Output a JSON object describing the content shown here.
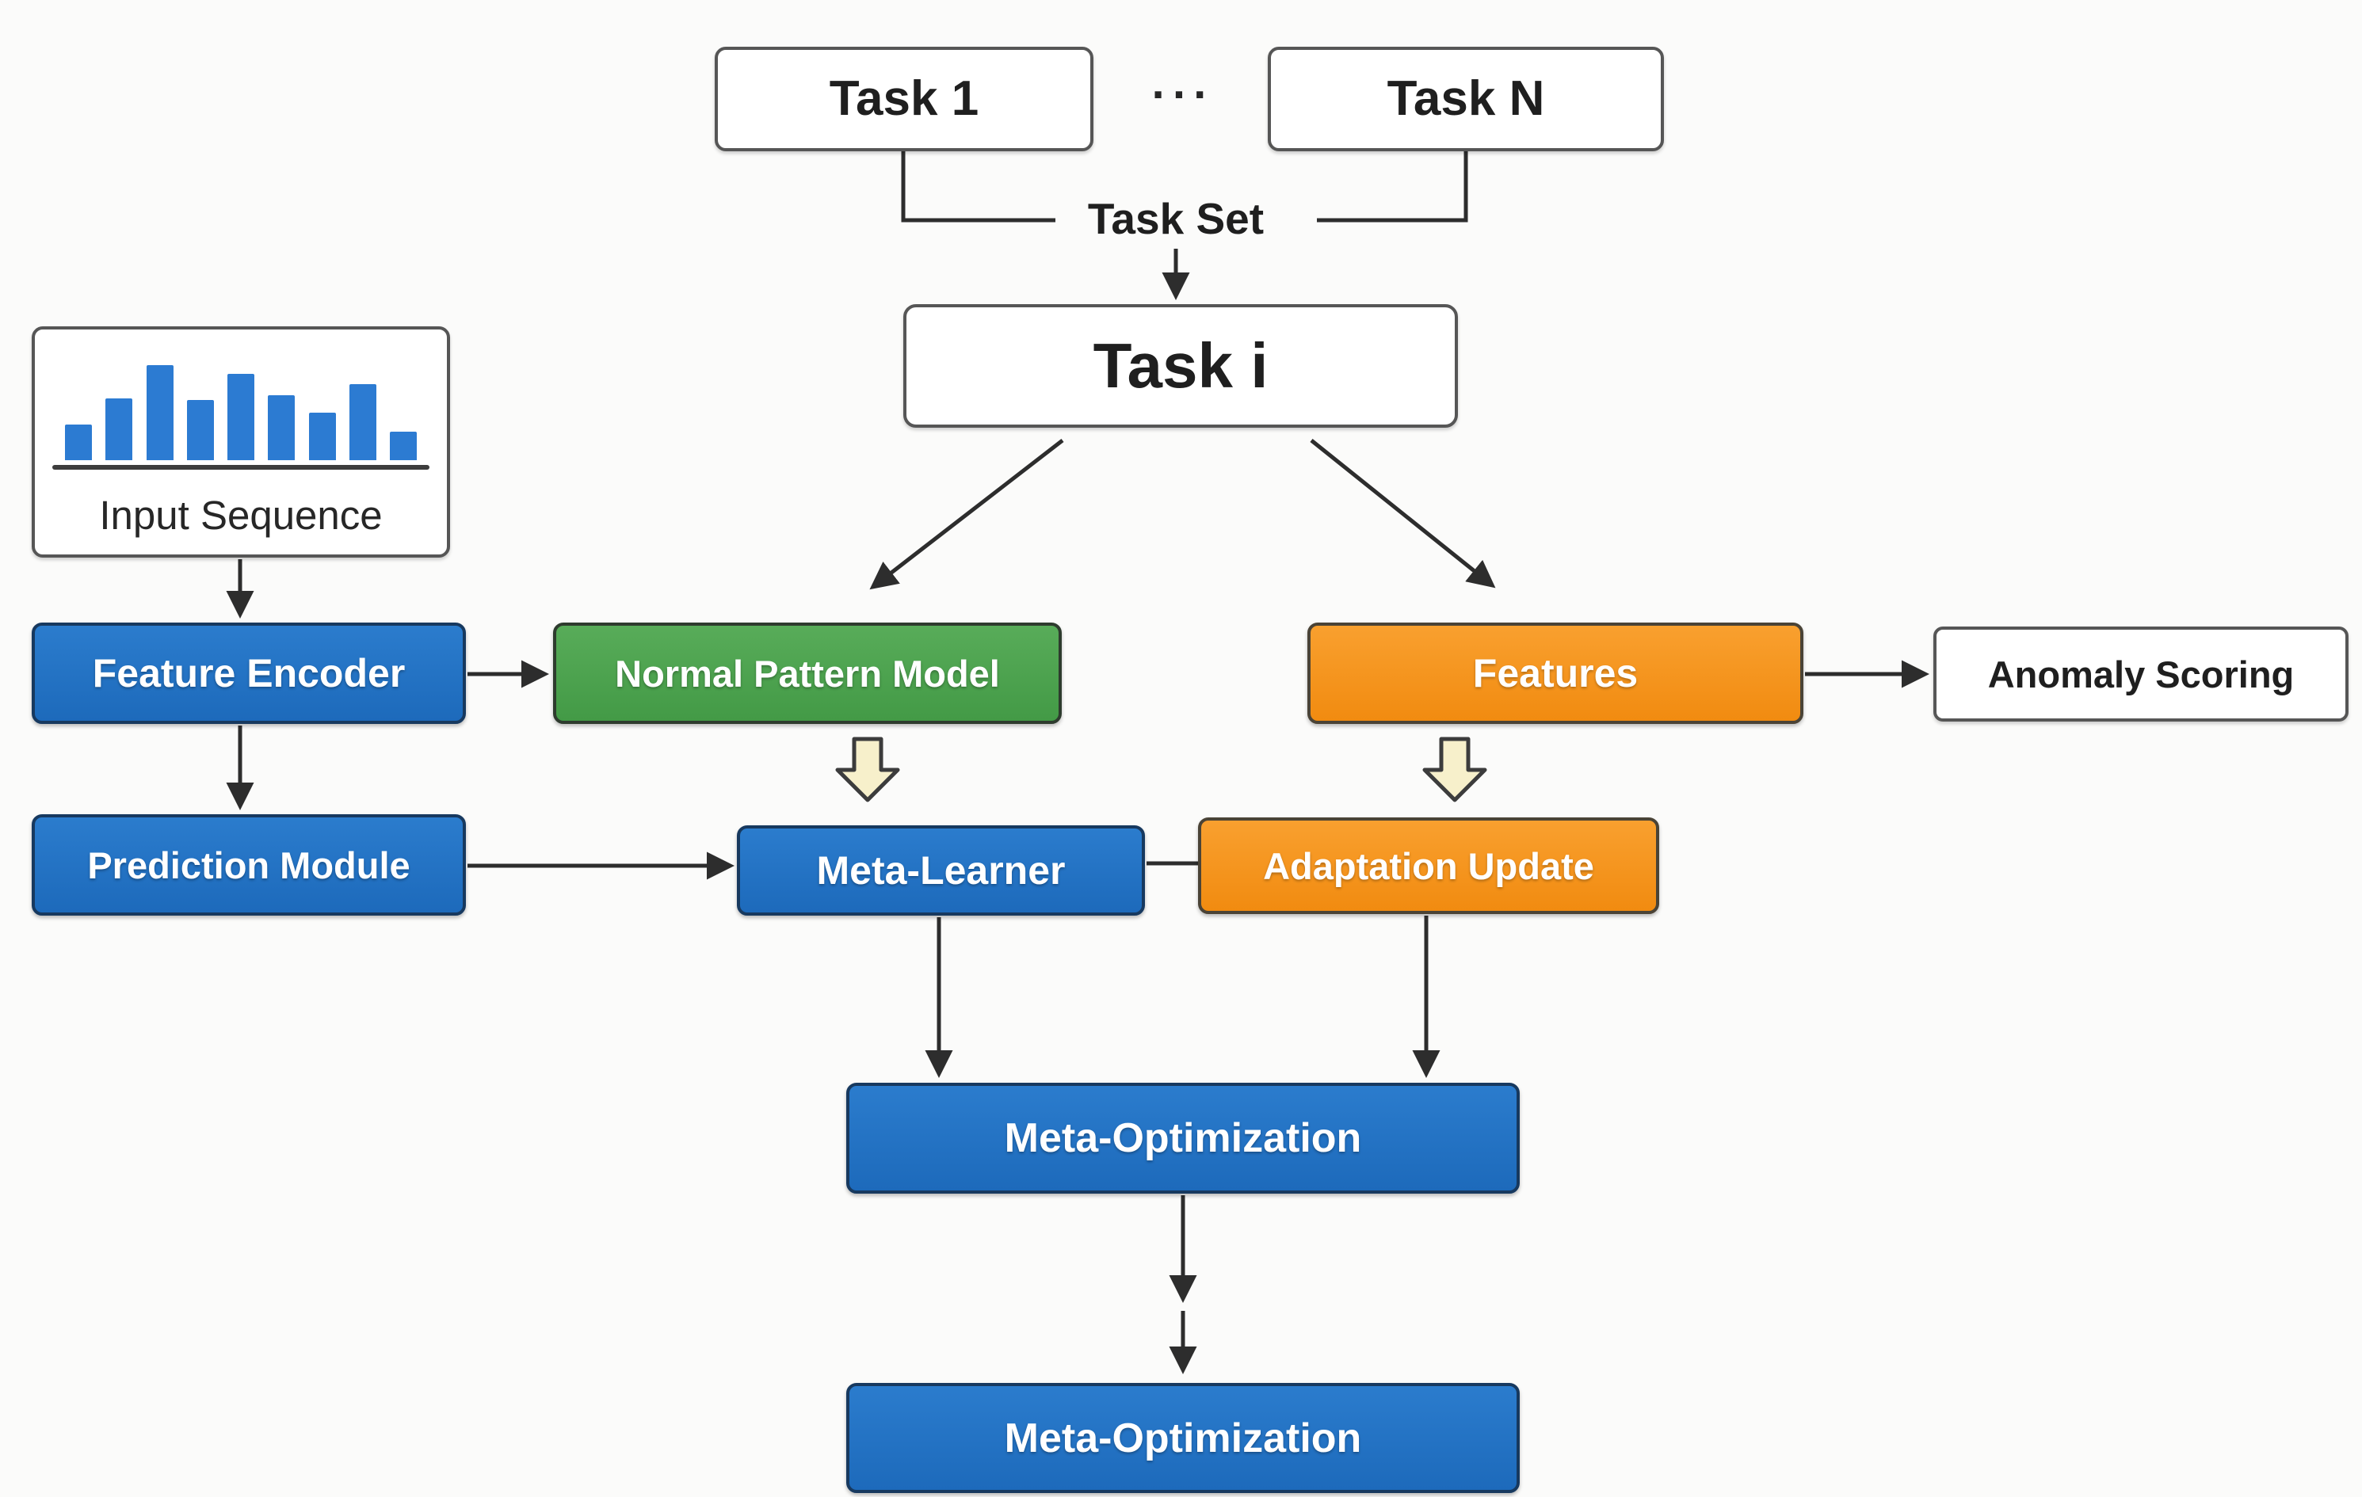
{
  "diagram": {
    "nodes": {
      "task_1": {
        "label": "Task 1"
      },
      "ellipsis": {
        "label": "···"
      },
      "task_n": {
        "label": "Task N"
      },
      "task_set": {
        "label": "Task Set"
      },
      "task_i": {
        "label": "Task i"
      },
      "input_sequence": {
        "label": "Input Sequence",
        "bars": [
          45,
          78,
          120,
          76,
          109,
          82,
          60,
          96,
          36
        ]
      },
      "feature_encoder": {
        "label": "Feature Encoder"
      },
      "normal_pattern_model": {
        "label": "Normal Pattern Model"
      },
      "features": {
        "label": "Features"
      },
      "anomaly_scoring": {
        "label": "Anomaly Scoring"
      },
      "prediction_module": {
        "label": "Prediction Module"
      },
      "meta_learner": {
        "label": "Meta-Learner"
      },
      "adaptation_update": {
        "label": "Adaptation Update"
      },
      "meta_optimization_top": {
        "label": "Meta-Optimization"
      },
      "meta_optimization_bottom": {
        "label": "Meta-Optimization"
      }
    },
    "colors": {
      "background": "#fbfbfa",
      "blue": "#1d6abb",
      "blue_light": "#2b7ccd",
      "blue_border": "#17395f",
      "green": "#439a46",
      "green_light": "#58ac59",
      "green_border": "#2e3b2e",
      "orange": "#f18b10",
      "orange_light": "#f9a02f",
      "orange_border": "#4a4336",
      "box_white": "#ffffff",
      "box_border_gray": "#565656",
      "arrow_black": "#2d2d2d",
      "cream_arrow_fill": "#f7f0cb",
      "cream_arrow_border": "#3c3c3c",
      "bar_blue": "#2c7bd2",
      "baseline_gray": "#3d3d3d",
      "text_dark": "#1f1f1f"
    }
  }
}
